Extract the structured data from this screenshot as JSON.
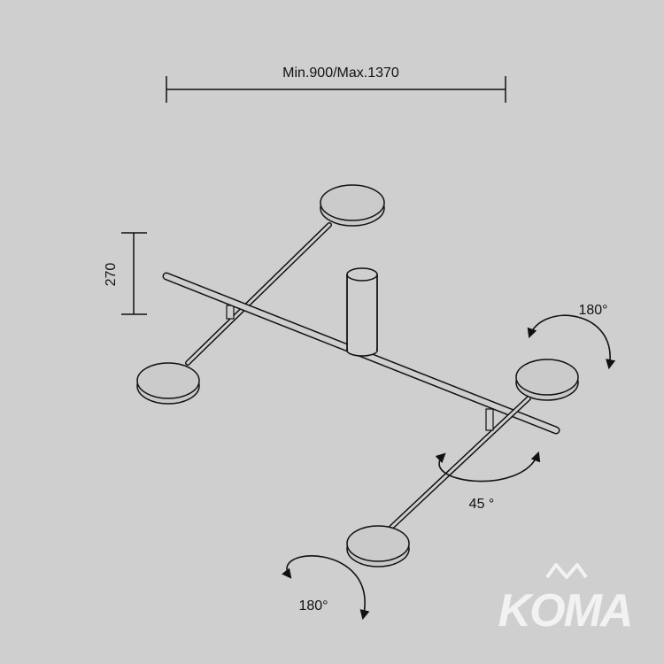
{
  "dimensions": {
    "width_label": "Min.900/Max.1370",
    "height_label": "270"
  },
  "rotations": {
    "top_right_label": "180°",
    "bottom_left_label": "180°",
    "pivot_label": "45 °"
  },
  "watermark": {
    "text": "KOMA"
  },
  "colors": {
    "background": "#cfcfcf",
    "line": "#111111",
    "disc": "#c9c9c9",
    "watermark": "#f2f2f2"
  }
}
